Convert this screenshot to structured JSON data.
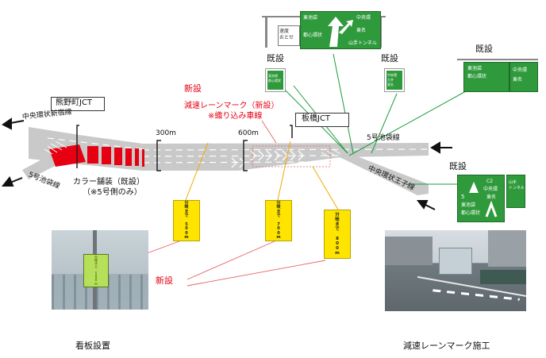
{
  "labels": {
    "kumano_jct": "熊野町JCT",
    "itabashi_jct": "板橋JCT",
    "chuo_shinjuku": "中央環状新宿線",
    "chuo_oji": "中央環状王子線",
    "ikebukuro_right": "5号池袋線",
    "ikebukuro_left": "5号池袋線",
    "color_paving_line1": "カラー舗装（既設）",
    "color_paving_line2": "（※5号側のみ）",
    "dist_300": "300m",
    "dist_600": "600m",
    "new_top": "新設",
    "decel_line1": "減速レーンマーク（新設）",
    "decel_line2": "※織り込み車線",
    "new_bottom": "新設",
    "existing_1": "既設",
    "existing_2": "既設",
    "existing_3": "既設",
    "existing_4": "既設"
  },
  "signs": {
    "s500": "分\n岐\nま\nで\n\n5\n0\n0\nm",
    "s700": "分\n岐\nま\nで\n\n7\n0\n0\nm",
    "s800": "分\n岐\nま\nで\n\n8\n0\n0\nm",
    "photo_sign": "分\n岐\nま\nで\n\n5\n0\n0\nm",
    "top_white": "速度\nおとせ",
    "top_green_a": "東池袋",
    "top_green_b": "都心環状",
    "top_green_c": "中央環",
    "top_green_d": "東名",
    "top_green_e": "山手トンネル",
    "mid_small_1": "東池袋\n都心環状",
    "mid_small_2": "中央環\n大井\n東名",
    "right_top_a": "東池袋",
    "right_top_b": "都心環状",
    "right_top_c": "中央環",
    "right_top_d": "東名",
    "right_bot_a": "東池袋",
    "right_bot_b": "都心環状",
    "right_bot_c": "中央環",
    "right_bot_d": "東名",
    "right_bot_side": "山手\nトンネル",
    "num_5": "5",
    "num_c2": "C2"
  },
  "captions": {
    "left": "看板設置",
    "right": "減速レーンマーク施工"
  },
  "colors": {
    "road": "#c9c9c9",
    "new_red": "#e60012",
    "sign_yellow": "#ffe400",
    "sign_green": "#2f9a3c",
    "leader_green": "#1a9c3a",
    "leader_orange": "#f2a900",
    "leader_red": "#e86060"
  }
}
